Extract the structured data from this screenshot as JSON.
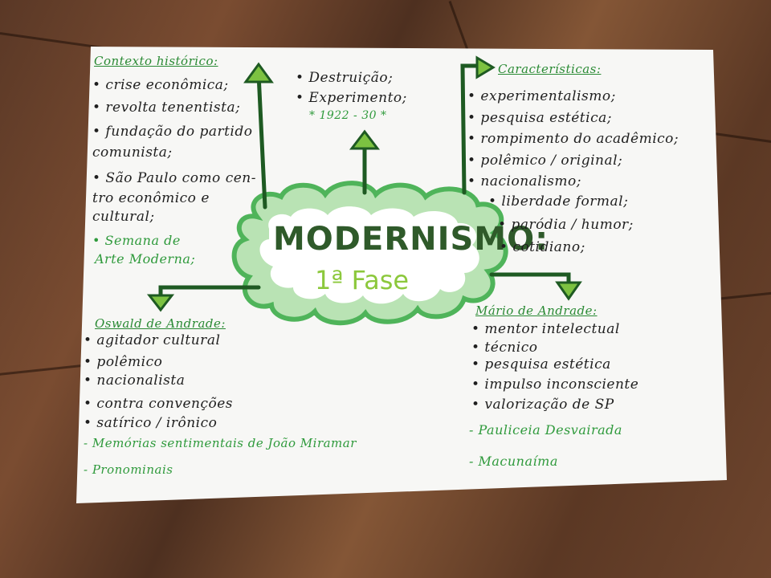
{
  "center": {
    "title": "MODERNISMO:",
    "subtitle": "1ª Fase"
  },
  "top": {
    "items": [
      "• Destruição;",
      "• Experimento;"
    ],
    "date": "* 1922 - 30 *"
  },
  "contexto": {
    "heading": "Contexto histórico:",
    "items": [
      "• crise econômica;",
      "• revolta tenentista;",
      "• fundação do partido",
      "comunista;",
      "• São Paulo como cen-",
      "tro econômico e",
      "cultural;",
      "• Semana de",
      "Arte Moderna;"
    ]
  },
  "caracteristicas": {
    "heading": "Características:",
    "items": [
      "• experimentalismo;",
      "• pesquisa estética;",
      "• rompimento do acadêmico;",
      "• polêmico / original;",
      "• nacionalismo;",
      "• liberdade formal;",
      "• paródia / humor;",
      "• cotidiano;"
    ]
  },
  "oswald": {
    "heading": "Oswald de Andrade:",
    "items": [
      "• agitador cultural",
      "• polêmico",
      "• nacionalista",
      "• contra convenções",
      "• satírico / irônico"
    ],
    "works": [
      "- Memórias sentimentais de João Miramar",
      "- Pronominais"
    ]
  },
  "mario": {
    "heading": "Mário de Andrade:",
    "items": [
      "• mentor intelectual",
      "• técnico",
      "• pesquisa estética",
      "• impulso inconsciente",
      "• valorização de SP"
    ],
    "works": [
      "- Pauliceia Desvairada",
      "- Macunaíma"
    ]
  },
  "colors": {
    "paper": "#f7f7f5",
    "arrow": "#1e5a22",
    "arrow_tip": "#7cc241",
    "cloud_fill": "#b9e3b4",
    "cloud_stroke": "#4fb45a",
    "title": "#2f5a2a",
    "subtitle": "#8cc83c"
  }
}
